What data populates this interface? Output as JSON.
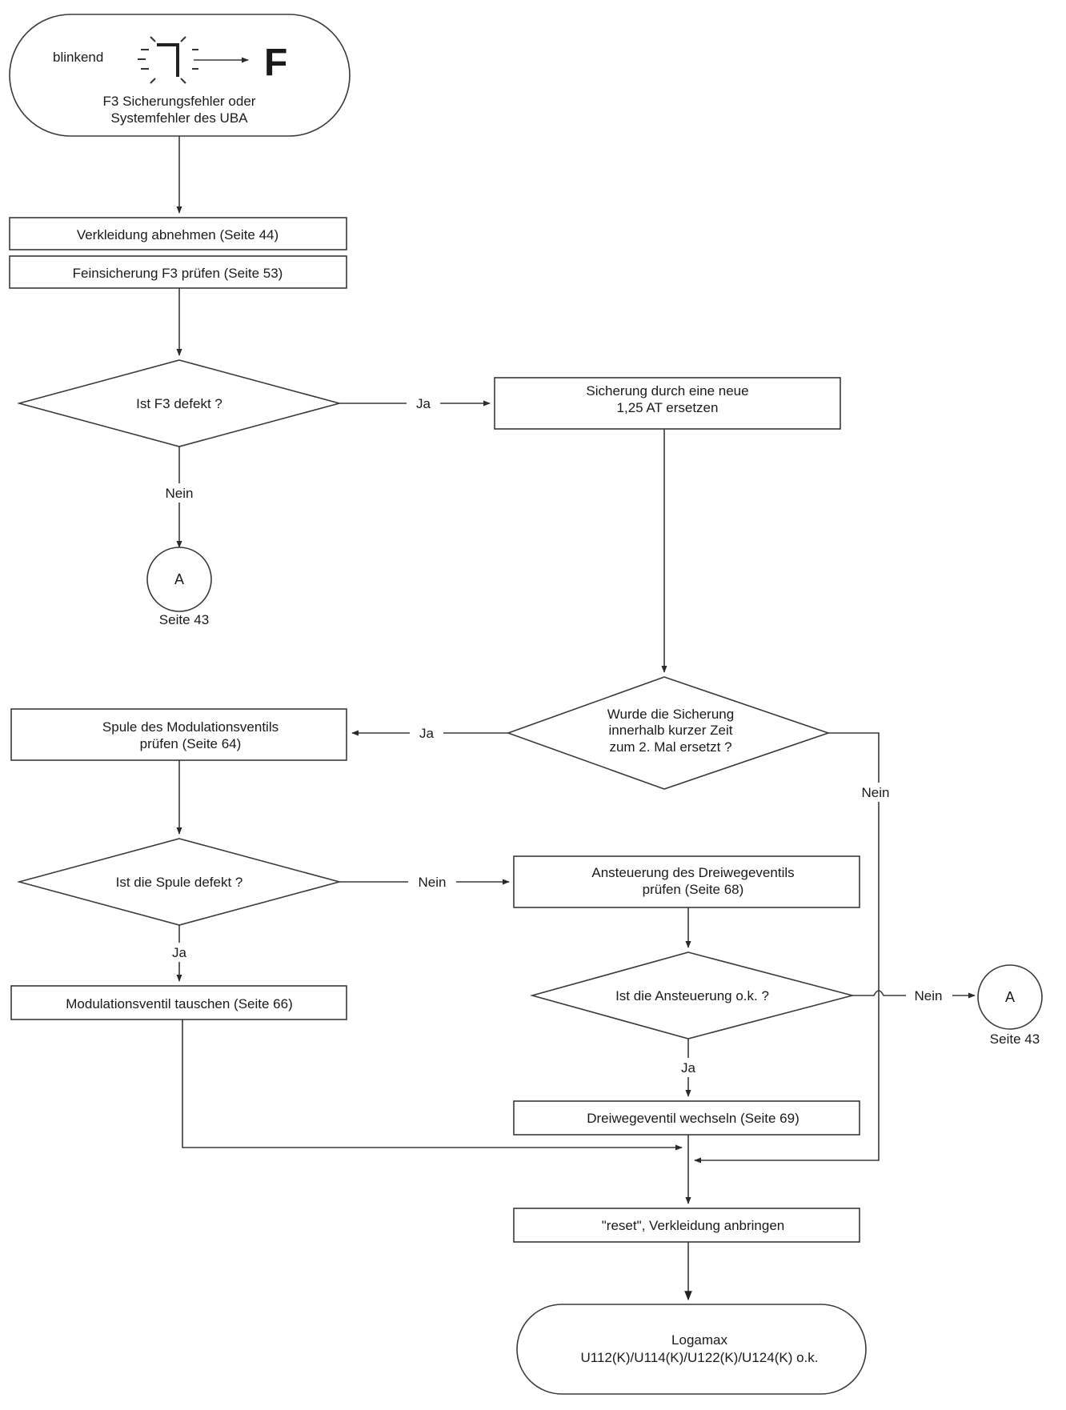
{
  "start": {
    "blink_label": "blinkend",
    "display_from": "7",
    "display_to": "F",
    "line1": "F3 Sicherungsfehler oder",
    "line2": "Systemfehler des UBA"
  },
  "steps": {
    "remove_cover": "Verkleidung abnehmen (Seite 44)",
    "check_fuse": "Feinsicherung F3 prüfen (Seite 53)",
    "replace_fuse_l1": "Sicherung durch eine neue",
    "replace_fuse_l2": "1,25 AT ersetzen",
    "check_coil_l1": "Spule des Modulationsventils",
    "check_coil_l2": "prüfen (Seite 64)",
    "check_control_l1": "Ansteuerung des Dreiwegeventils",
    "check_control_l2": "prüfen  (Seite 68)",
    "swap_modvalve": "Modulationsventil tauschen (Seite 66)",
    "swap_3way": "Dreiwegeventil wechseln (Seite 69)",
    "reset": "\"reset\", Verkleidung anbringen"
  },
  "decisions": {
    "f3_defect": "Ist F3 defekt ?",
    "fuse_again_l1": "Wurde die Sicherung",
    "fuse_again_l2": "innerhalb kurzer Zeit",
    "fuse_again_l3": "zum 2. Mal ersetzt ?",
    "coil_defect": "Ist die Spule defekt ?",
    "control_ok": "Ist die Ansteuerung o.k. ?"
  },
  "labels": {
    "yes": "Ja",
    "no": "Nein"
  },
  "connectors": {
    "letter": "A",
    "page_ref": "Seite 43"
  },
  "end": {
    "line1": "Logamax",
    "line2": "U112(K)/U114(K)/U122(K)/U124(K) o.k."
  }
}
